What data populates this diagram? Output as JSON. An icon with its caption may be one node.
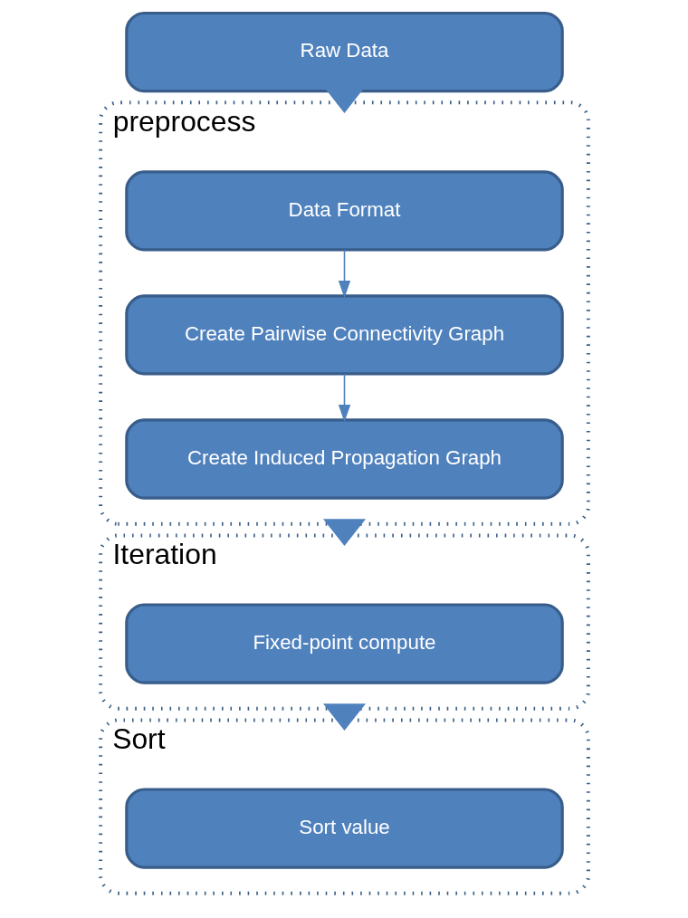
{
  "diagram": {
    "nodes": [
      {
        "text": [
          "Raw Data"
        ]
      },
      {
        "text": [
          "preprocess"
        ]
      },
      {
        "text": [
          "Data Format"
        ],
        "in": 1
      },
      {
        "text": [
          "Create Pairwise Connectivity Graph"
        ],
        "in": 1
      },
      {
        "text": [
          "Create Induced Propagation Graph"
        ],
        "in": 1
      },
      {
        "text": [
          "Iteration"
        ]
      },
      {
        "text": [
          "Fixed-point compute"
        ],
        "in": 5
      },
      {
        "text": [
          "Sort"
        ]
      },
      {
        "text": [
          "Sort value"
        ],
        "in": 7
      }
    ],
    "edges": [
      {
        "from": 0,
        "to": 1,
        "arrow": "to",
        "style": "thick"
      },
      {
        "from": 2,
        "to": 3,
        "arrow": "to"
      },
      {
        "from": 3,
        "to": 4,
        "arrow": "to"
      },
      {
        "from": 1,
        "to": 5,
        "arrow": "to",
        "style": "thick"
      },
      {
        "from": 5,
        "to": 7,
        "arrow": "to",
        "style": "thick"
      }
    ]
  }
}
